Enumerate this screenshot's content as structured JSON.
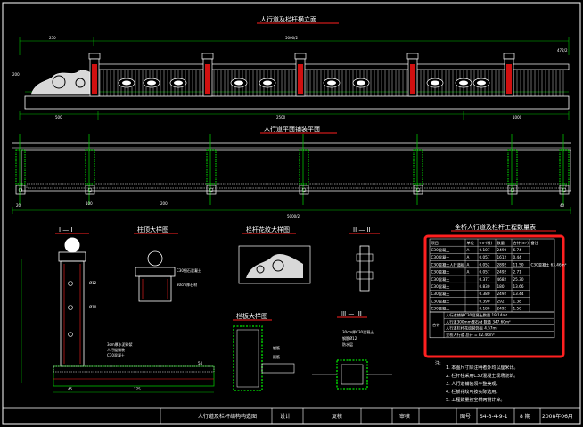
{
  "titles": {
    "elevation": "人行道及栏杆横立面",
    "plan": "人行道平面铺装平面",
    "sec1": "I — I",
    "post": "柱顶大样图",
    "pattern": "栏杆花纹大样图",
    "sec2": "II — II",
    "hoop": "栏板大样图",
    "sec3": "III — III",
    "table": "全桥人行道及栏杆工程数量表"
  },
  "dims": {
    "elev_top_total": "5000/2",
    "elev_top_left": "250",
    "elev_bot_left": "500",
    "elev_bot_mid": "2500",
    "elev_bot_right": "1000",
    "elev_right": "472/2",
    "elev_leftv": "200",
    "plan_total": "5000/2",
    "plan_left": "20",
    "plan_right": "40",
    "plan_mid_a": "100",
    "plan_mid_b": "200",
    "sec1_width": "45",
    "sec1_base": "175",
    "sec1_right": "54"
  },
  "notes_callouts": {
    "post_cap": "C30细石混凝土",
    "post_cap2": "30cm厚石材",
    "post_r1": "Ø12",
    "post_r2": "Ø10",
    "base_1": "3cm厚水泥砂浆",
    "base_2": "人行道铺装",
    "base_3": "C30混凝土",
    "hoop_1": "钢筋",
    "hoop_2": "箍筋",
    "sec3_1": "30cm厚C30混凝土",
    "sec3_2": "钢筋Ø12",
    "sec3_3": "防水层"
  },
  "table": {
    "headers": [
      "项目",
      "单位",
      "(m³/根)",
      "数量",
      "合计(m³)",
      "备注"
    ],
    "rows": [
      [
        "C30混凝土",
        "A",
        "0.107",
        "2490",
        "6.74",
        ""
      ],
      [
        "C30混凝土",
        "A",
        "0.057",
        "1612",
        "0.44",
        ""
      ],
      [
        "C30混凝土人行道板",
        "A",
        "0.052",
        "2892",
        "11.50",
        "C30混凝土 63.46m³"
      ],
      [
        "C30混凝土",
        "A",
        "0.057",
        "2492",
        "2.71",
        ""
      ],
      [
        "C30混凝土",
        "",
        "0.377",
        "4682",
        "25.30",
        ""
      ],
      [
        "C30混凝土",
        "",
        "0.830",
        "180",
        "13.66",
        ""
      ],
      [
        "C30混凝土",
        "",
        "0.380",
        "2492",
        "13.44",
        ""
      ],
      [
        "C30混凝土",
        "",
        "0.390",
        "292",
        "1.38",
        ""
      ],
      [
        "C30混凝土",
        "",
        "0.180",
        "2492",
        "1.56",
        ""
      ]
    ],
    "summary": [
      "人行道铺装C30混凝土数量 19.14m³",
      "人行道300mm厚石材 数量 347.60m²",
      "人行道栏杆花纹装饰板 4.57m³",
      "全桥人行道 总计 = 82.46m³"
    ],
    "left_label": "合计"
  },
  "notes": {
    "label": "注:",
    "items": [
      "1. 本图尺寸除注明者外均以厘米计。",
      "2. 栏杆柱采用C30混凝土现场浇筑。",
      "3. 人行道铺装须平整美观。",
      "4. 栏板花纹可按实际选用。",
      "5. 工程数量按全桥两侧计算。"
    ]
  },
  "title_block": {
    "drawing_name": "人行道及栏杆结构构造图",
    "design_label": "设计",
    "review_label": "复核",
    "approve_label": "审核",
    "fig_label": "图号",
    "fig_no": "S4-3-4-9-1",
    "sheet": "8 期",
    "date": "2008年06月"
  },
  "colors": {
    "background": "#000000",
    "linework": "#ffffff",
    "accent_red": "#ff2020",
    "green": "#00c000",
    "yellow": "#ffff00",
    "cyan": "#00ffff"
  }
}
